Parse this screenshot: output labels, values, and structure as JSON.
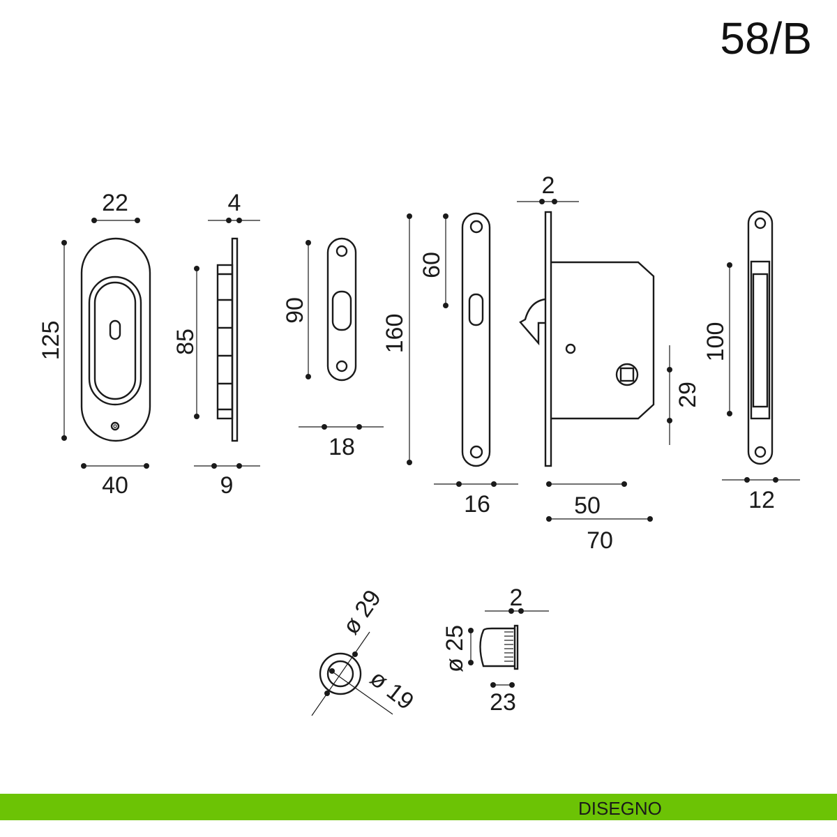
{
  "title": "58/B",
  "footer": {
    "label": "DISEGNO",
    "color": "#6cc305"
  },
  "dims": {
    "escutcheon": {
      "width_top": "22",
      "height": "125",
      "width_bottom": "40"
    },
    "escutcheon_side": {
      "top": "4",
      "height": "85",
      "bottom": "9"
    },
    "small_plate": {
      "height": "90",
      "width": "18"
    },
    "face_plate": {
      "height": "160",
      "offset": "60",
      "width": "16"
    },
    "lock_body": {
      "plate": "2",
      "backset": "29",
      "depth": "50",
      "total": "70"
    },
    "strike": {
      "height": "100",
      "width": "12"
    },
    "knob": {
      "outer": "ø 29",
      "inner": "ø 19"
    },
    "cylinder": {
      "flange": "2",
      "diameter": "ø 25",
      "length": "23"
    }
  }
}
